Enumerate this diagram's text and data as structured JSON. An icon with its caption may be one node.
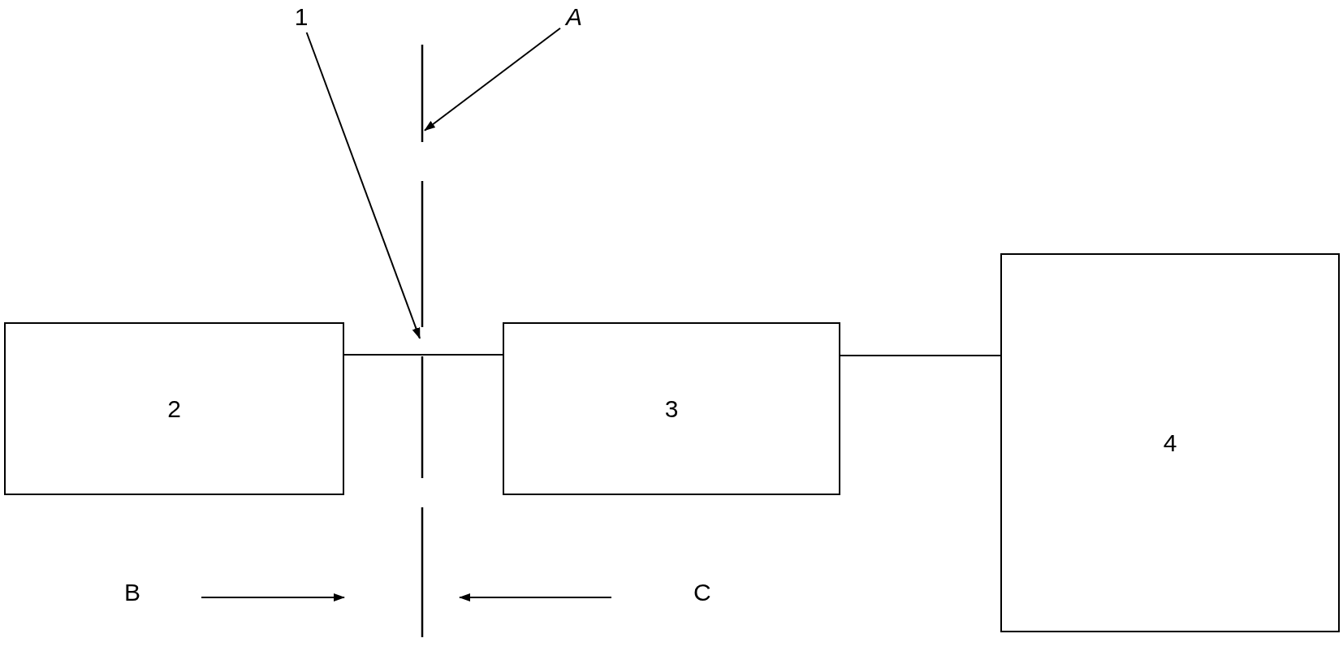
{
  "diagram": {
    "nodes": [
      {
        "text": [
          "1"
        ]
      },
      {
        "text": [
          "A"
        ]
      },
      {
        "text": [
          "2"
        ]
      },
      {
        "text": [
          "3"
        ]
      },
      {
        "text": [
          "4"
        ]
      },
      {
        "text": [],
        "shape": "line"
      }
    ],
    "edges": [
      {
        "from": 0,
        "to": 5,
        "arrow": "to"
      },
      {
        "from": 1,
        "to": 5,
        "arrow": "to"
      },
      {
        "from": 2,
        "to": 3,
        "arrow": "none"
      },
      {
        "from": 3,
        "to": 4,
        "arrow": "none"
      }
    ],
    "labels": [
      "B",
      "C"
    ]
  }
}
